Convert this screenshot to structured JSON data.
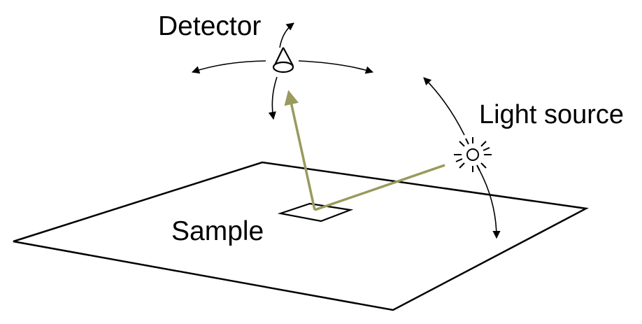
{
  "diagram": {
    "labels": {
      "detector": "Detector",
      "light_source": "Light source",
      "sample": "Sample"
    },
    "icons": {
      "detector": "cone-detector-icon",
      "light_source": "sun-light-icon"
    },
    "colors": {
      "line": "#000000",
      "beam": "#9a9a5a",
      "background": "#ffffff"
    }
  }
}
